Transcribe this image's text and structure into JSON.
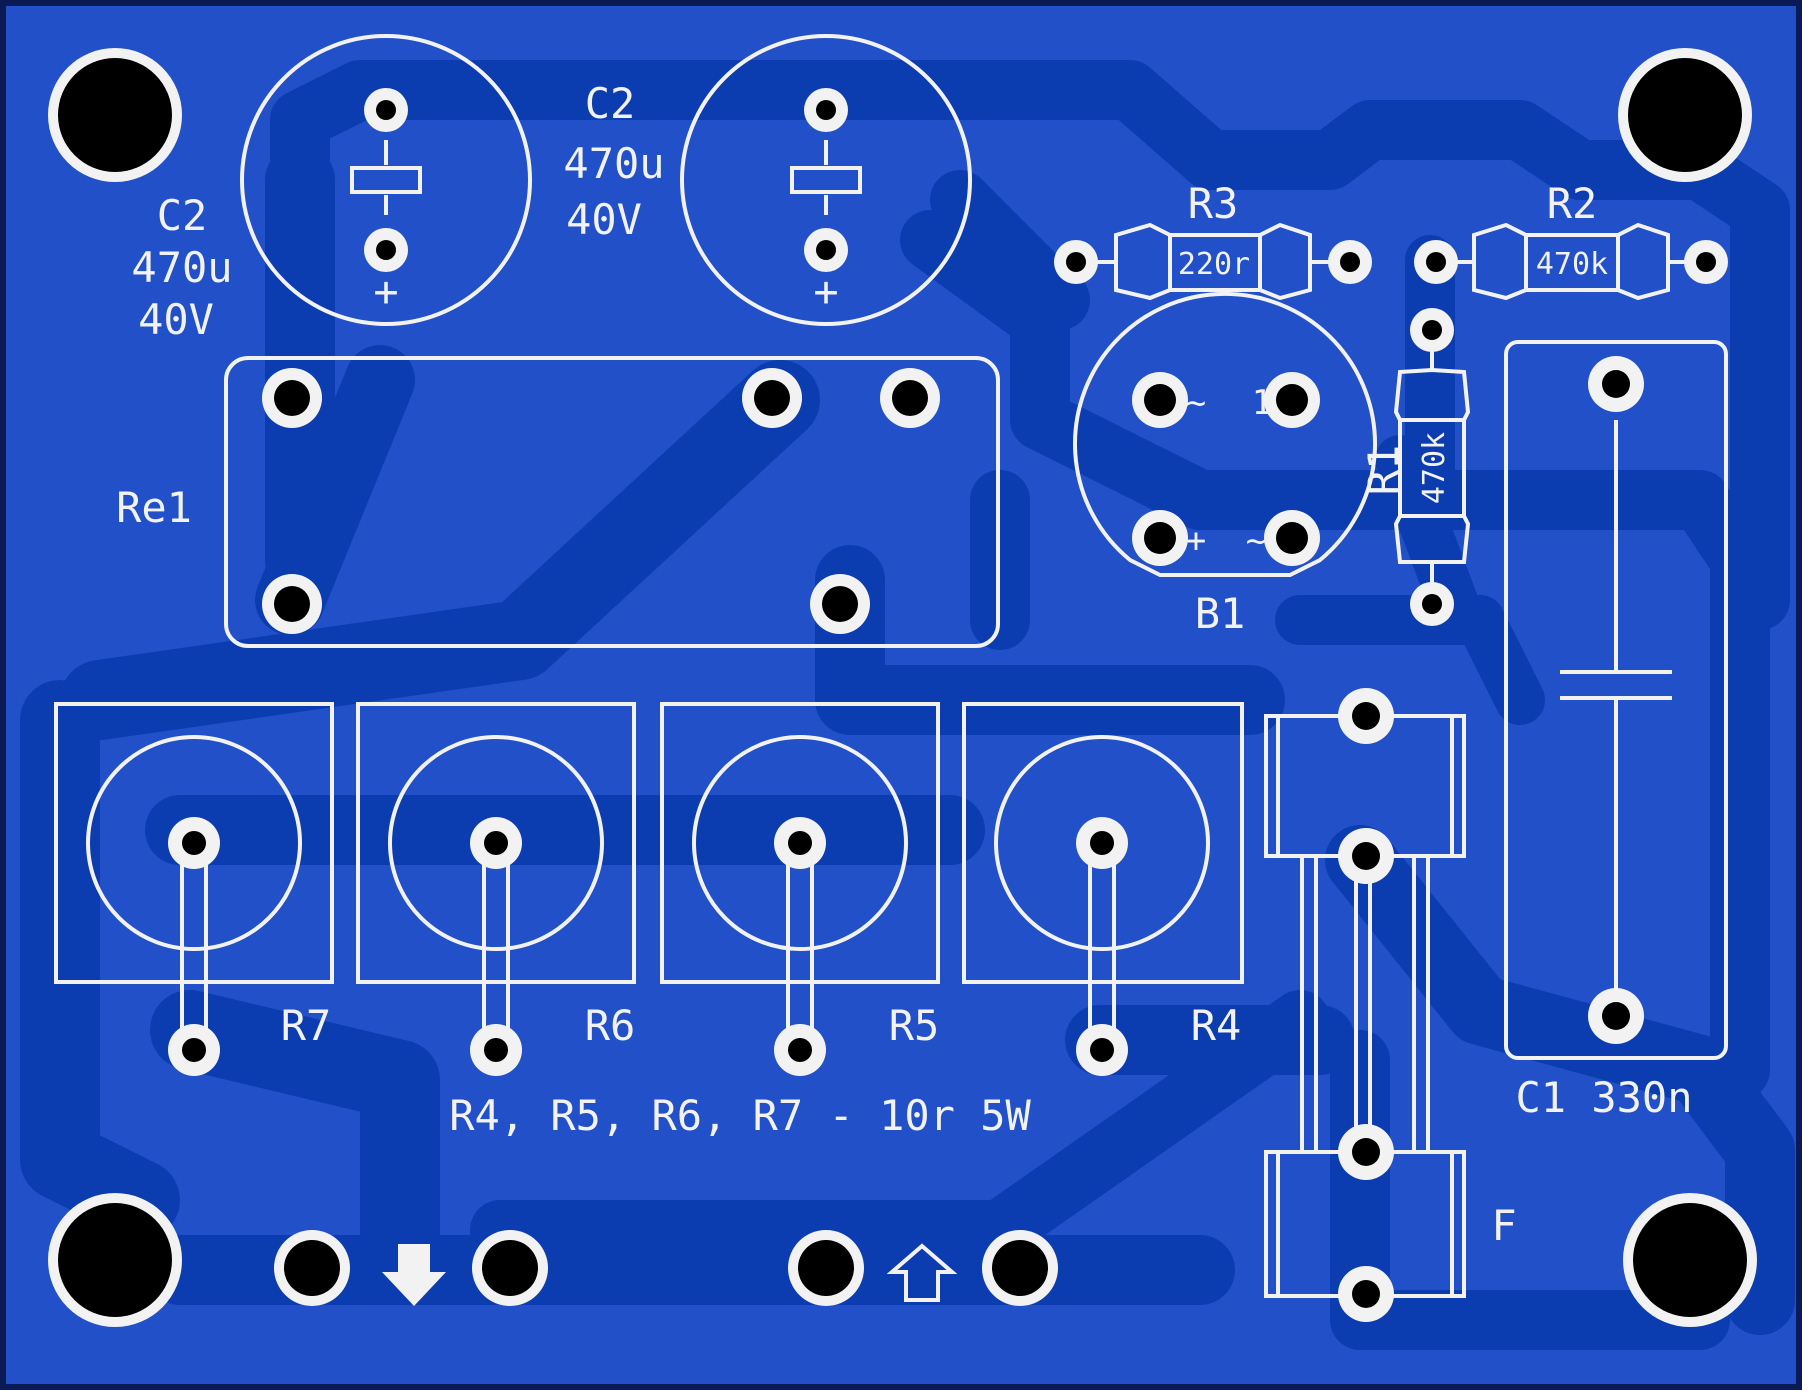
{
  "board": {
    "colors": {
      "outline": "#0a1a55",
      "board_fill": "#2150c8",
      "copper": "#0c3db0",
      "silk": "#f2f2f2",
      "hole": "#000000"
    }
  },
  "components": {
    "c2_left": {
      "name": "C2",
      "value": "470u",
      "voltage": "40V",
      "polarity": "+"
    },
    "c2_right": {
      "name": "C2",
      "value": "470u",
      "voltage": "40V",
      "polarity": "+"
    },
    "r3": {
      "name": "R3",
      "value": "220r"
    },
    "r2": {
      "name": "R2",
      "value": "470k"
    },
    "r1": {
      "name": "R1",
      "value": "470k"
    },
    "relay": {
      "name": "Re1"
    },
    "bridge": {
      "name": "B1",
      "pin_1": "1",
      "pin_2a": "~",
      "pin_plus": "+",
      "pin_2b": "~"
    },
    "c1": {
      "name": "C1 330n"
    },
    "power_resistors": {
      "r7": "R7",
      "r6": "R6",
      "r5": "R5",
      "r4": "R4",
      "note": "R4, R5, R6, R7 - 10r 5W"
    },
    "fuse": {
      "name": "F"
    }
  },
  "icons": {
    "arrow_down": "down-arrow-icon",
    "arrow_up": "up-arrow-icon"
  }
}
